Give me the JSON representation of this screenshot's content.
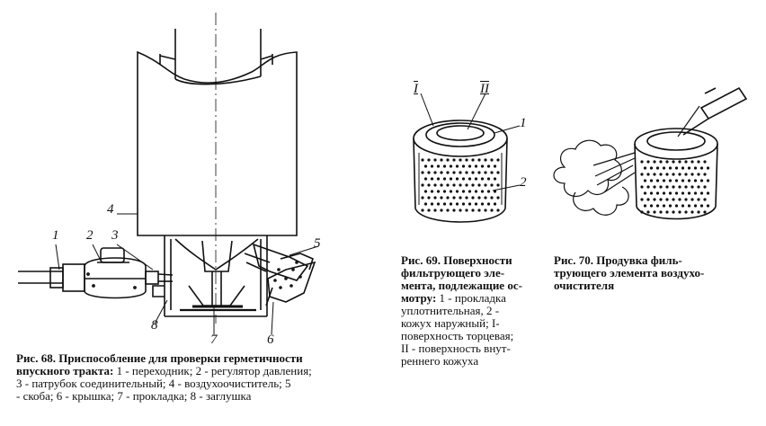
{
  "top_fragment": "...",
  "fig68": {
    "labels": {
      "l1": "1",
      "l2": "2",
      "l3": "3",
      "l4": "4",
      "l5": "5",
      "l6": "6",
      "l7": "7",
      "l8": "8"
    },
    "caption_bold": "Рис. 68. Приспособление для проверки герметичности впускного тракта:",
    "caption_line1_tail": "1 - переходник; 2 - регулятор давления;",
    "caption_line2": "3 - патрубок соединительный; 4 - воздухоочиститель; 5",
    "caption_line3": "- скоба; 6 - крышка; 7 - прокладка; 8 - заглушка"
  },
  "fig69": {
    "labels": {
      "I": "I",
      "II": "II",
      "l1": "1",
      "l2": "2"
    },
    "caption_bold_1": "Рис. 69. Поверхности",
    "caption_bold_2": "фильтрующего эле-",
    "caption_bold_3": "мента, подлежащие ос-",
    "caption_bold_4": "мотру:",
    "caption_l4_tail": "1 - прокладка",
    "caption_l5": "уплотнительная, 2 -",
    "caption_l6": "кожух наружный; I-",
    "caption_l7": "поверхность торцевая;",
    "caption_l8": "II - поверхность внут-",
    "caption_l9": "реннего кожуха"
  },
  "fig70": {
    "caption_1": "Рис. 70. Продувка филь-",
    "caption_2": "трующего элемента воздухо-",
    "caption_3": "очистителя"
  }
}
